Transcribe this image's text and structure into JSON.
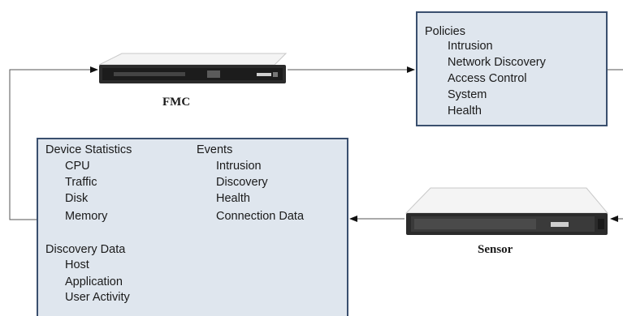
{
  "nodes": {
    "fmc": {
      "label": "FMC"
    },
    "sensor": {
      "label": "Sensor"
    }
  },
  "policies": {
    "title": "Policies",
    "items": [
      "Intrusion",
      "Network Discovery",
      "Access Control",
      "System",
      "Health"
    ]
  },
  "device_statistics": {
    "title": "Device Statistics",
    "items": [
      "CPU",
      "Traffic",
      "Disk",
      "Memory"
    ]
  },
  "events": {
    "title": "Events",
    "items": [
      "Intrusion",
      "Discovery",
      "Health",
      "Connection Data"
    ]
  },
  "discovery_data": {
    "title": "Discovery Data",
    "items": [
      "Host",
      "Application",
      "User Activity"
    ]
  },
  "colors": {
    "box_fill": "#dfe6ee",
    "box_border": "#3a4f6e",
    "connector": "#555555",
    "device_body": "#2b2b2b",
    "device_top": "#f4f4f4"
  }
}
